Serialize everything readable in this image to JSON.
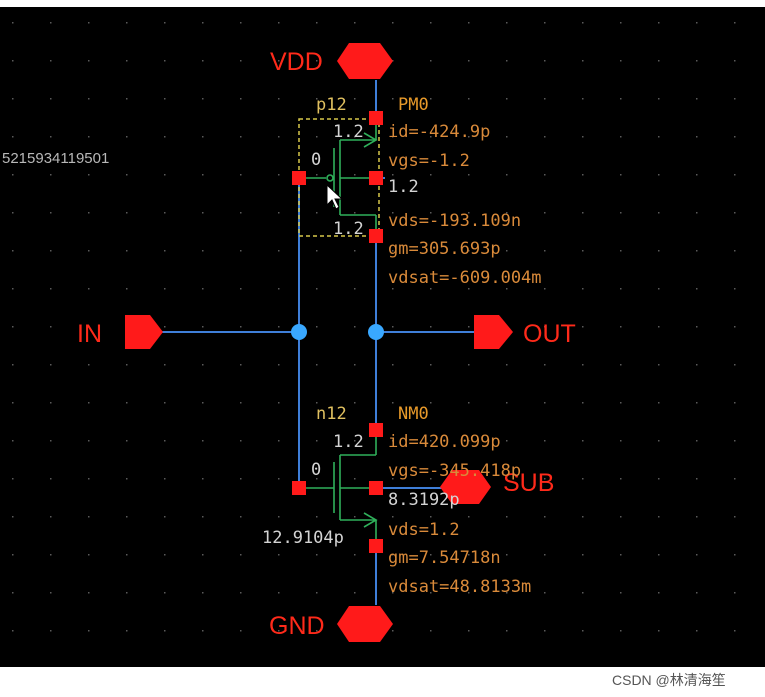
{
  "colors": {
    "background": "#000000",
    "wire": "#3f7fd9",
    "pin": "#ff1a1a",
    "pin_label": "#ff2a1a",
    "instance_name": "#e89a2a",
    "param": "#d4d4d4",
    "annotation": "#d98a3a",
    "device": "#2fb05a",
    "selection": "#d8c84a",
    "junction": "#39a8ff"
  },
  "left_label": "5215934119501",
  "pins": {
    "vdd": "VDD",
    "in": "IN",
    "out": "OUT",
    "gnd": "GND",
    "sub": "SUB"
  },
  "pmos": {
    "model": "p12",
    "instance": "PM0",
    "length_top": "1.2",
    "length_bottom": "1.2",
    "bulk_value": "1.2",
    "gate_value": "0",
    "ops": [
      "id=-424.9p",
      "vgs=-1.2",
      "vds=-193.109n",
      "gm=305.693p",
      "vdsat=-609.004m"
    ]
  },
  "nmos": {
    "model": "n12",
    "instance": "NM0",
    "length_top": "1.2",
    "gate_value": "0",
    "bulk_value": "8.3192p",
    "source_value": "12.9104p",
    "ops": [
      "id=420.099p",
      "vgs=-345.418p",
      "vds=1.2",
      "gm=7.54718n",
      "vdsat=48.8133m"
    ]
  },
  "watermark": "CSDN @林清海笙"
}
